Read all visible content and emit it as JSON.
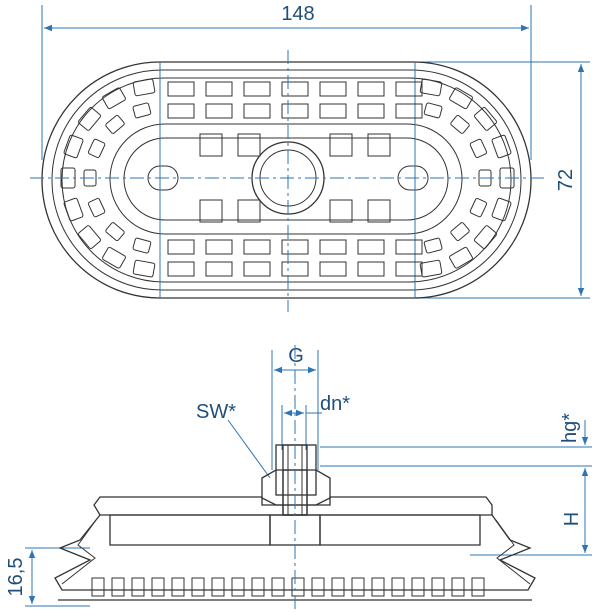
{
  "dimensions": {
    "length": "148",
    "width": "72",
    "thread": "G",
    "nominal_diameter": "dn*",
    "wrench_size": "SW*",
    "thread_height": "hg*",
    "height": "H",
    "lip_height": "16,5"
  },
  "colors": {
    "dimension": "#2e75b6",
    "text": "#1f4e79",
    "outline": "#333333"
  }
}
